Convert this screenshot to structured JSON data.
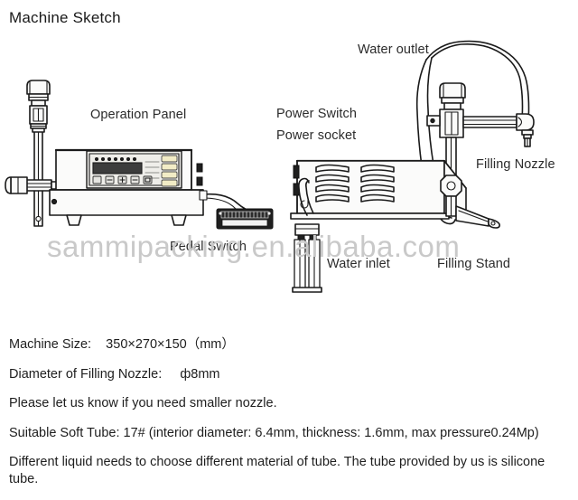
{
  "title": "Machine Sketch",
  "watermark": "sammipacking.en.alibaba.com",
  "labels": {
    "operation_panel": "Operation Panel",
    "power_switch": "Power Switch",
    "power_socket": "Power socket",
    "water_outlet": "Water outlet",
    "filling_nozzle": "Filling Nozzle",
    "pedal_switch": "Pedal Switch",
    "water_inlet": "Water inlet",
    "filling_stand": "Filling Stand"
  },
  "specs": [
    "Machine Size:    350×270×150（mm）",
    "Diameter of Filling Nozzle:     ф8mm",
    "Please let us know if you need smaller nozzle.",
    "Suitable Soft Tube: 17# (interior diameter: 6.4mm, thickness: 1.6mm, max pressure0.24Mp)",
    "Different liquid needs to choose different material of tube. The tube provided by us is silicone tube."
  ],
  "colors": {
    "line": "#1a1a1a",
    "panel_face": "#efeeea",
    "display": "#3d3d3d",
    "button_yellow": "#f2ecc6",
    "body_fill": "#fbfbfa",
    "watermark": "#c9c9c9"
  },
  "diagram": {
    "left_machine": {
      "name": "Liquid filling machine body with operation panel",
      "panel_indicator_count": 7,
      "panel_button_count": 5,
      "panel_side_button_count": 4,
      "foot_count": 2
    },
    "right_machine": {
      "name": "Machine rear view with filling stand",
      "vent_groups": 2,
      "vents_per_group": 4,
      "inlet_tube_count": 2
    },
    "pedal_switch_device": {
      "name": "Foot pedal switch with cable"
    }
  }
}
